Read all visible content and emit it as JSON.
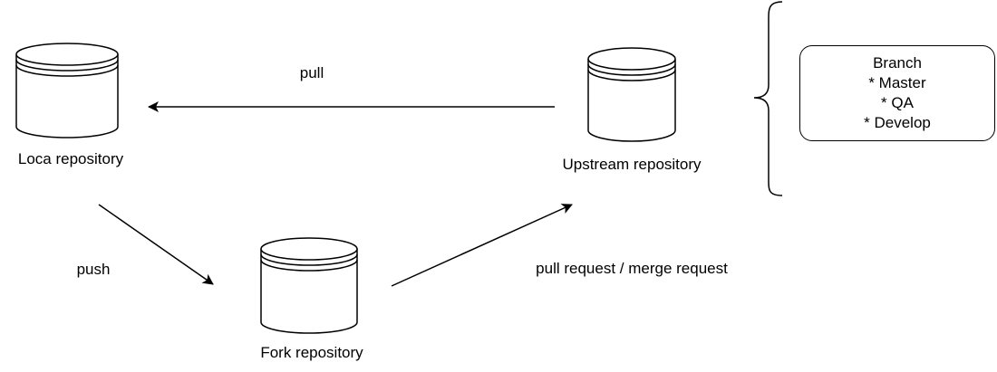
{
  "repositories": {
    "local": {
      "label": "Loca repository",
      "icon": "database-icon"
    },
    "upstream": {
      "label": "Upstream repository",
      "icon": "database-icon"
    },
    "fork": {
      "label": "Fork repository",
      "icon": "database-icon"
    }
  },
  "edges": {
    "pull": {
      "label": "pull"
    },
    "push": {
      "label": "push"
    },
    "pull_request": {
      "label": "pull request / merge request"
    }
  },
  "branches": {
    "title": "Branch",
    "items": [
      "* Master",
      "* QA",
      "* Develop"
    ]
  },
  "colors": {
    "stroke": "#000000",
    "fill": "#ffffff",
    "text": "#000000"
  }
}
